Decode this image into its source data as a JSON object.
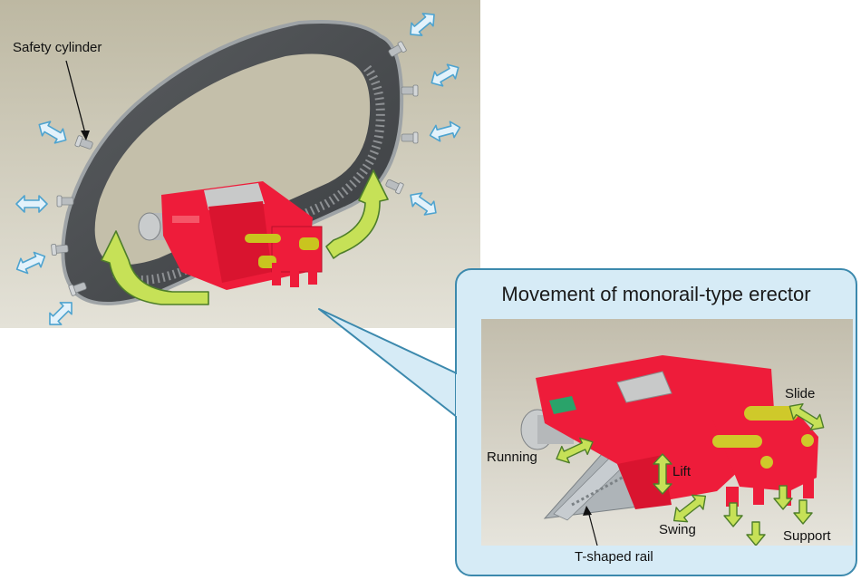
{
  "labels": {
    "safety_cylinder": "Safety cylinder",
    "callout_title": "Movement of monorail-type erector",
    "slide": "Slide",
    "running": "Running",
    "lift": "Lift",
    "swing": "Swing",
    "support": "Support",
    "t_shaped_rail": "T-shaped rail"
  },
  "colors": {
    "erector_red": "#ee1c3a",
    "arrow_green": "#c6e157",
    "arrow_blue_fill": "#e3f2fb",
    "arrow_blue_stroke": "#4ea3cf",
    "callout_border": "#3c89ad",
    "callout_fill": "#d6ebf6",
    "ring_dark": "#4a4d50",
    "background_beige": "#cdc8b3"
  }
}
